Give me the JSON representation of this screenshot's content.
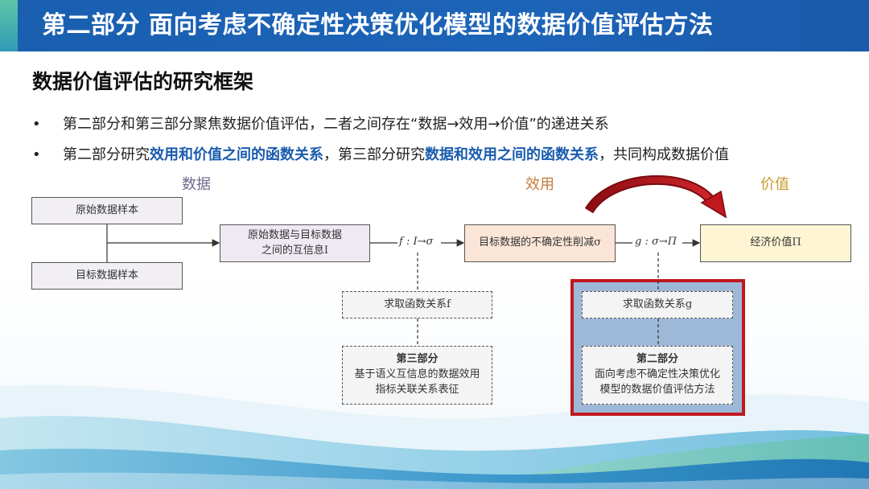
{
  "header": {
    "title": "第二部分   面向考虑不确定性决策优化模型的数据价值评估方法",
    "accent_color": "#1c64b8"
  },
  "section_title": "数据价值评估的研究框架",
  "bullets": [
    {
      "symbol": "•",
      "text": "第二部分和第三部分聚焦数据价值评估，二者之间存在“数据→效用→价值”的递进关系"
    },
    {
      "symbol": "•",
      "p1": "第二部分研究",
      "h1": "效用和价值之间的函数关系",
      "p2": "，第三部分研究",
      "h2": "数据和效用之间的函数关系",
      "p3": "，共同构成数据价值"
    }
  ],
  "columns": {
    "data": {
      "label": "数据",
      "color": "#6e6a8c"
    },
    "utility": {
      "label": "效用",
      "color": "#c77a3a"
    },
    "value": {
      "label": "价值",
      "color": "#c79a2a"
    }
  },
  "diagram": {
    "raw_sample": "原始数据样本",
    "target_sample": "目标数据样本",
    "mutual_info_line1": "原始数据与目标数据",
    "mutual_info_line2": "之间的互信息I",
    "f_map": "f : I→σ",
    "uncertainty": "目标数据的不确定性削减σ",
    "g_map": "g : σ→Π",
    "economic_value": "经济价值Π",
    "find_f": "求取函数关系f",
    "part3_title": "第三部分",
    "part3_line1": "基于语义互信息的数据效用",
    "part3_line2": "指标关联关系表征",
    "find_g": "求取函数关系g",
    "part2_title": "第二部分",
    "part2_line1": "面向考虑不确定性决策优化",
    "part2_line2": "模型的数据价值评估方法",
    "highlight_color": "#c0181f"
  }
}
